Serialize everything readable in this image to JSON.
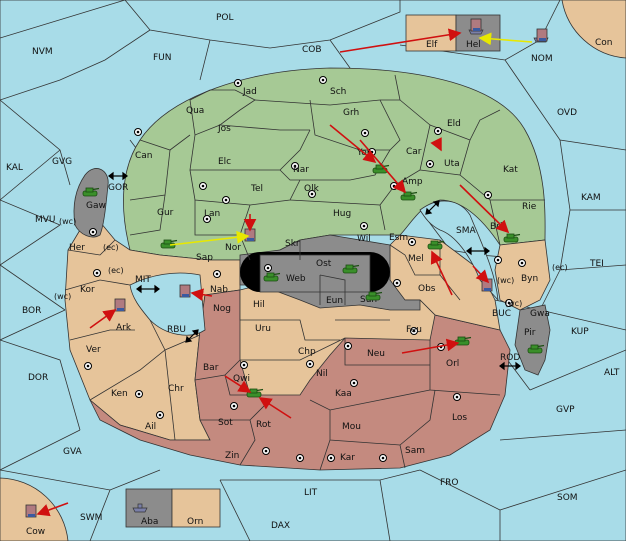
{
  "colors": {
    "sea": "#a8dce8",
    "green_power": "#a6c995",
    "tan_power": "#e6c49a",
    "red_power": "#c48a7f",
    "gray_power": "#8c8c8c",
    "order_move": "#d01010",
    "order_support": "#e8e800"
  },
  "sea_labels": {
    "pol": "POL",
    "cob": "COB",
    "nvm": "NVM",
    "fun": "FUN",
    "nom": "NOM",
    "con": "Con",
    "ovd": "OVD",
    "kal": "KAL",
    "gvg": "GVG",
    "gor": "GOR",
    "kam": "KAM",
    "sma": "SMA",
    "tei": "TEI",
    "mvu": "MVU",
    "mit": "MIT",
    "bor": "BOR",
    "rbu": "RBU",
    "buc": "BUC",
    "kup": "KUP",
    "rod": "ROD",
    "alt": "ALT",
    "dor": "DOR",
    "gvp": "GVP",
    "gva": "GVA",
    "fro": "FRO",
    "som": "SOM",
    "lit": "LIT",
    "swm": "SWM",
    "dax": "DAX"
  },
  "provinces": {
    "elf": "Elf",
    "hel": "Hel",
    "cow": "Cow",
    "aba": "Aba",
    "orn": "Orn",
    "jad": "Jad",
    "sch": "Sch",
    "qua": "Qua",
    "jos": "Jos",
    "grh": "Grh",
    "eld": "Eld",
    "can": "Can",
    "elc": "Elc",
    "nar": "Nar",
    "car": "Car",
    "yor": "Yor",
    "uta": "Uta",
    "kat": "Kat",
    "olk": "Olk",
    "amp": "Amp",
    "tel": "Tel",
    "gaw": "Gaw",
    "gur": "Gur",
    "lan": "Lan",
    "hug": "Hug",
    "bri": "Bri",
    "rie": "Rie",
    "wil": "Wil",
    "esm": "Esm",
    "her": "Her",
    "nor": "Nor",
    "skr": "Skr",
    "ost": "Ost",
    "sap": "Sap",
    "mel": "Mel",
    "byn": "Byn",
    "web": "Web",
    "kor": "Kor",
    "nab": "Nab",
    "eun": "Eun",
    "sun": "Sun",
    "obs": "Obs",
    "gwa": "Gwa",
    "ark": "Ark",
    "nog": "Nog",
    "hil": "Hil",
    "pir": "Pir",
    "uru": "Uru",
    "feu": "Feu",
    "ver": "Ver",
    "chp": "Chp",
    "neu": "Neu",
    "orl": "Orl",
    "bar": "Bar",
    "chr": "Chr",
    "qwi": "Qwi",
    "nil": "Nil",
    "ken": "Ken",
    "kaa": "Kaa",
    "los": "Los",
    "rot": "Rot",
    "ail": "Ail",
    "sot": "Sot",
    "mou": "Mou",
    "sam": "Sam",
    "zin": "Zin",
    "kar": "Kar"
  },
  "coast_tags": {
    "gor_wc": "(wc)",
    "her_ec": "(ec)",
    "kor_ec": "(ec)",
    "kor_wc": "(wc)",
    "byn_wc": "(wc)",
    "byn_ec": "(ec)",
    "gwa_wc": "(wc)"
  },
  "icons": {
    "army": "tank-icon",
    "fleet": "ship-icon",
    "supply_center": "supply-center-icon"
  }
}
